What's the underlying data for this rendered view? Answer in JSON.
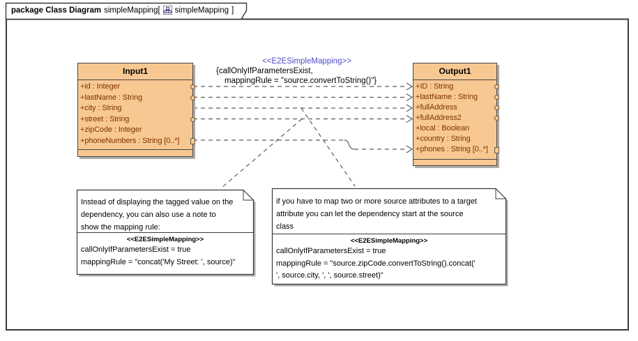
{
  "frame_tab": {
    "title_bold": "package Class Diagram",
    "context_name": "simpleMapping[",
    "icon": "class-diagram-icon",
    "tab_name": "simpleMapping",
    "closing_bracket": "]"
  },
  "classes": {
    "input": {
      "name": "Input1",
      "attributes": [
        "+id : Integer",
        "+lastName : String",
        "+city : String",
        "+street : String",
        "+zipCode : Integer",
        "+phoneNumbers : String [0..*]"
      ]
    },
    "output": {
      "name": "Output1",
      "attributes": [
        "+ID : String",
        "+lastName : String",
        "+fullAddress",
        "+fullAddress2",
        "+local : Boolean",
        "+country : String",
        "+phones : String [0..*]"
      ]
    }
  },
  "dependency_label": {
    "stereotype": "<<E2ESimpleMapping>>",
    "tags_line1": "{callOnlyIfParametersExist,",
    "tags_line2": "mappingRule = \"source.convertToString()\"}"
  },
  "notes": {
    "left": {
      "body": [
        "Instead of displaying the tagged value on the",
        "dependency, you can also use a note to",
        "show the mapping rule:"
      ],
      "stereotype": "<<E2ESimpleMapping>>",
      "tags": [
        "callOnlyIfParametersExist = true",
        "mappingRule = \"concat('My Street: ', source)\""
      ]
    },
    "right": {
      "body": [
        "if you have to map two or more source attributes to a target",
        "attribute you can let the dependency start at the source",
        "class"
      ],
      "stereotype": "<<E2ESimpleMapping>>",
      "tags": [
        "callOnlyIfParametersExist = true",
        "mappingRule = \"source.zipCode.convertToString().concat('",
        " ', source.city, ', ', source.street)\""
      ]
    }
  },
  "colors": {
    "class_fill": "#F8C892",
    "class_border": "#454545",
    "attribute_text": "#7B3300",
    "stereotype_blue": "#4C4CC8",
    "connector": "#5C5C5C",
    "note_border": "#3A3A3A",
    "frame_border": "#3A3A3A",
    "shadow": "#ACACAC"
  }
}
